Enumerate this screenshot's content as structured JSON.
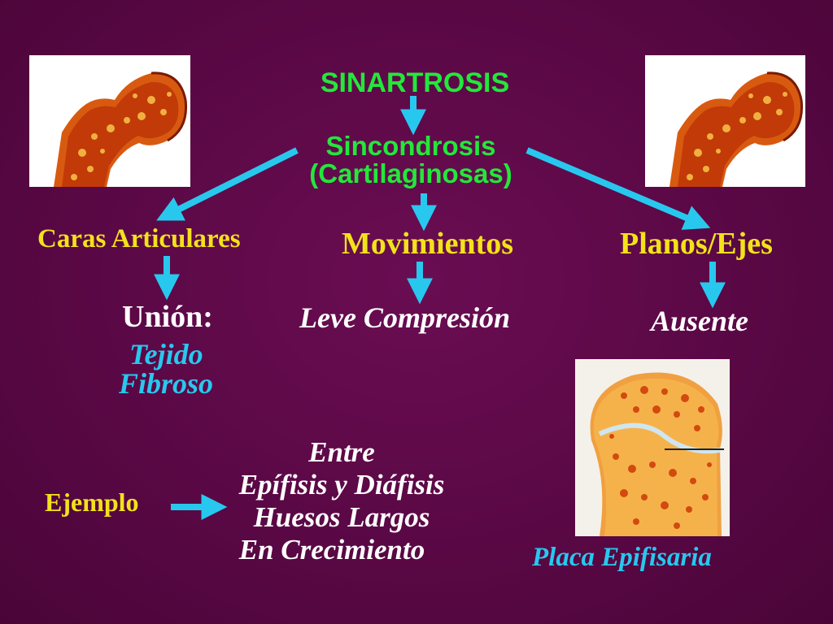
{
  "title": "SINARTROSIS",
  "subtitle_line1": "Sincondrosis",
  "subtitle_line2": "(Cartilaginosas)",
  "branches": {
    "caras": {
      "heading": "Caras Articulares",
      "union_label": "Unión:",
      "union_value_line1": "Tejido",
      "union_value_line2": "Fibroso"
    },
    "movimientos": {
      "heading": "Movimientos",
      "value": "Leve Compresión"
    },
    "planos": {
      "heading": "Planos/Ejes",
      "value": "Ausente"
    }
  },
  "example": {
    "label": "Ejemplo",
    "lines": [
      "Entre",
      "Epífisis y Diáfisis",
      "Huesos Largos",
      "En Crecimiento"
    ]
  },
  "image_caption": "Placa Epifisaria",
  "colors": {
    "background": "#5a0845",
    "title": "#22e83a",
    "heading": "#f2e21a",
    "body": "#ffffff",
    "accent": "#28c8ee"
  }
}
